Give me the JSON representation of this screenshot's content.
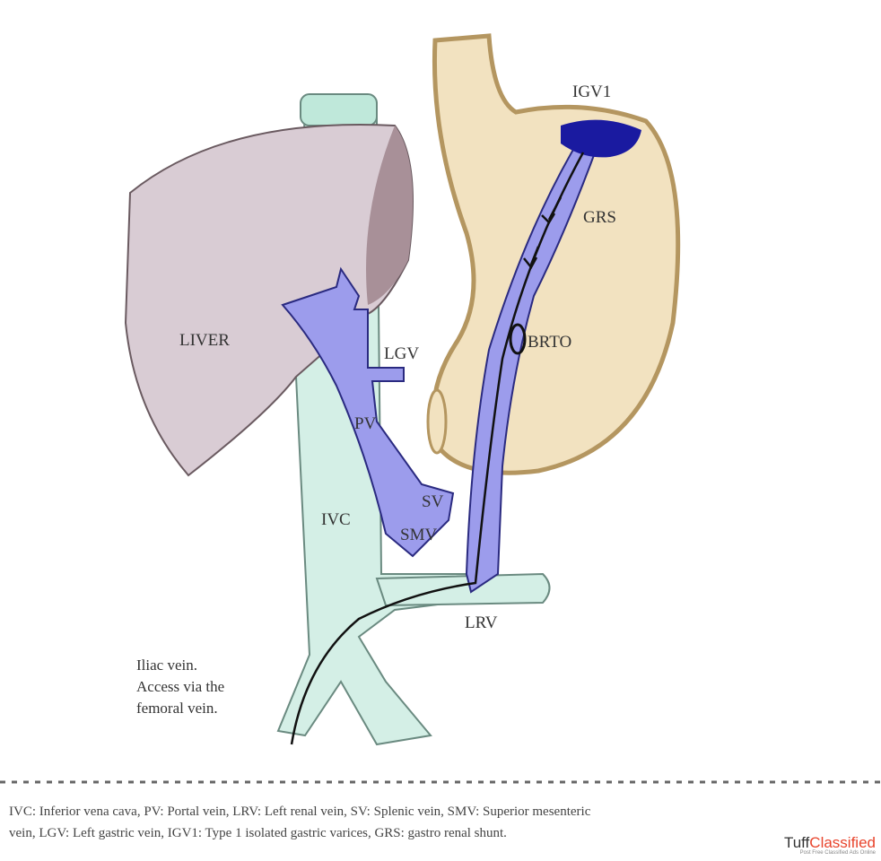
{
  "labels": {
    "liver": "LIVER",
    "igv1": "IGV1",
    "grs": "GRS",
    "brto": "BRTO",
    "lgv": "LGV",
    "pv": "PV",
    "ivc": "IVC",
    "sv": "SV",
    "smv": "SMV",
    "lrv": "LRV"
  },
  "iliac_note": [
    "Iliac vein.",
    "Access via the",
    "femoral vein."
  ],
  "caption": [
    "IVC: Inferior vena cava, PV: Portal vein, LRV: Left renal vein, SV: Splenic vein, SMV: Superior mesenteric",
    "vein, LGV: Left gastric vein, IGV1: Type 1 isolated gastric varices, GRS: gastro renal shunt."
  ],
  "watermark": {
    "prefix": "Tuff",
    "brand": "Classified",
    "tagline": "Post Free Classified Ads Online"
  },
  "colors": {
    "liver": "#d9ccd4",
    "stomach": "#f2e2c0",
    "ivc": "#d4efe6",
    "portal": "#9c9cec",
    "varix": "#1a1aa0"
  }
}
